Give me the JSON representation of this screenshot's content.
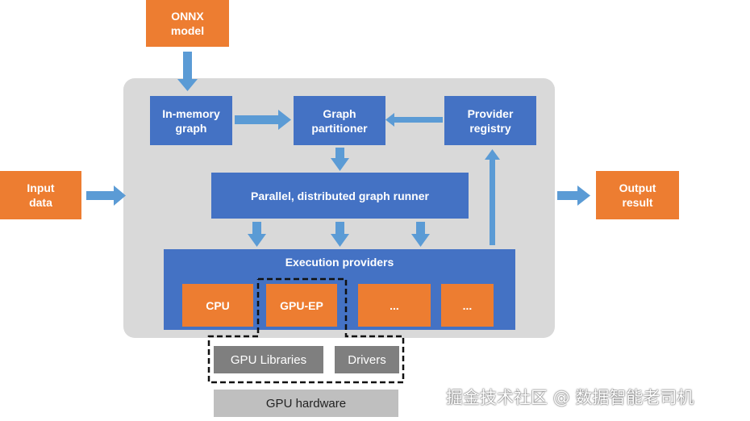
{
  "inputs": {
    "onnx_model": "ONNX\nmodel",
    "input_data": "Input\ndata"
  },
  "output": {
    "output_result": "Output\nresult"
  },
  "runtime": {
    "in_memory_graph": "In-memory\ngraph",
    "graph_partitioner": "Graph\npartitioner",
    "provider_registry": "Provider\nregistry",
    "graph_runner": "Parallel, distributed graph runner",
    "execution_providers": {
      "title": "Execution providers",
      "items": [
        "CPU",
        "GPU-EP",
        "...",
        "..."
      ]
    }
  },
  "gpu_stack": {
    "libraries": "GPU Libraries",
    "drivers": "Drivers",
    "hardware": "GPU hardware"
  },
  "watermark": "掘金技术社区 @ 数据智能老司机",
  "colors": {
    "orange": "#ed7d31",
    "blue": "#4472c4",
    "arrow_blue": "#5b9bd5",
    "container_grey": "#d9d9d9",
    "gpu_box_grey": "#7f7f7f",
    "hardware_grey": "#bfbfbf"
  }
}
